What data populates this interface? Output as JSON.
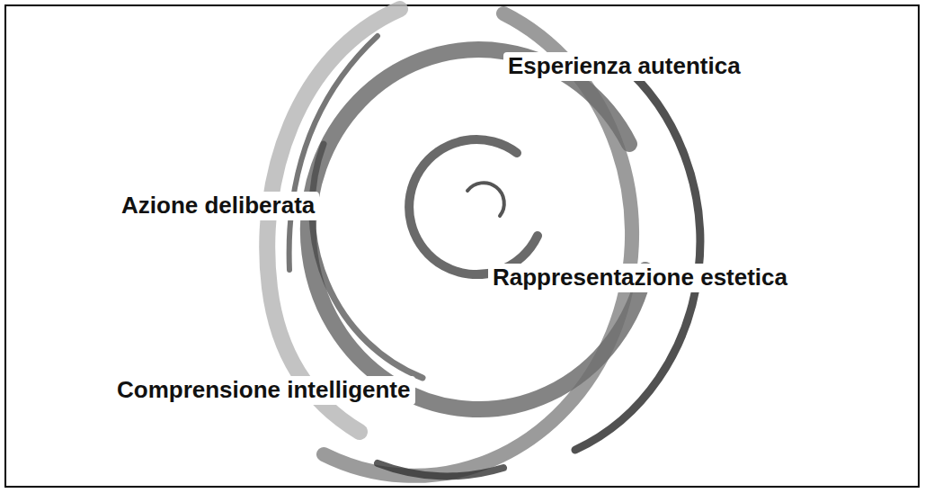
{
  "diagram": {
    "labels": [
      "Esperienza autentica",
      "Azione deliberata",
      "Rappresentazione estetica",
      "Comprensione intelligente"
    ]
  }
}
